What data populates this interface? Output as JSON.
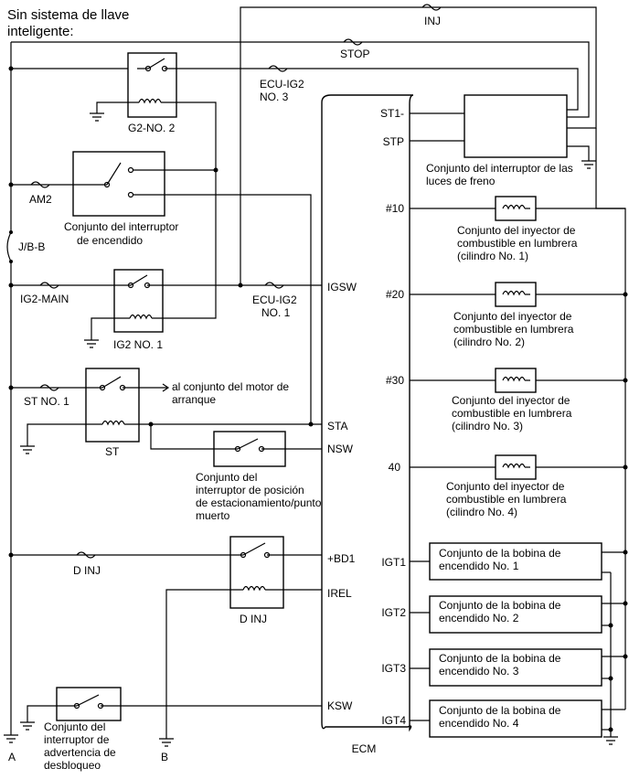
{
  "title": {
    "line1": "Sin sistema de llave",
    "line2": "inteligente:"
  },
  "wires": {
    "inj": "INJ",
    "stop": "STOP",
    "ecu_ig2_no3_l1": "ECU-IG2",
    "ecu_ig2_no3_l2": "NO. 3",
    "am2": "AM2",
    "jbb": "J/B-B",
    "ig2_main": "IG2-MAIN",
    "ecu_ig2_no1_l1": "ECU-IG2",
    "ecu_ig2_no1_l2": "NO. 1",
    "st_no1": "ST NO. 1",
    "d_inj": "D INJ"
  },
  "components": {
    "g2_no2": "G2-NO. 2",
    "ignition_switch_l1": "Conjunto del interruptor",
    "ignition_switch_l2": "de encendido",
    "ig2_no1": "IG2 NO. 1",
    "st_relay": "ST",
    "starter_l1": "al conjunto del motor de",
    "starter_l2": "arranque",
    "park_neutral_l1": "Conjunto del",
    "park_neutral_l2": "interruptor de posición",
    "park_neutral_l3": "de estacionamiento/punto",
    "park_neutral_l4": "muerto",
    "d_inj_relay": "D INJ",
    "unlock_warning_l1": "Conjunto del",
    "unlock_warning_l2": "interruptor de",
    "unlock_warning_l3": "advertencia de",
    "unlock_warning_l4": "desbloqueo",
    "brake_light_l1": "Conjunto del interruptor de las",
    "brake_light_l2": "luces de freno",
    "injector1_l1": "Conjunto del inyector de",
    "injector1_l2": "combustible en lumbrera",
    "injector1_l3": "(cilindro No. 1)",
    "injector2_l1": "Conjunto del inyector de",
    "injector2_l2": "combustible en lumbrera",
    "injector2_l3": "(cilindro No. 2)",
    "injector3_l1": "Conjunto del inyector de",
    "injector3_l2": "combustible en lumbrera",
    "injector3_l3": "(cilindro No. 3)",
    "injector4_l1": "Conjunto del inyector de",
    "injector4_l2": "combustible en lumbrera",
    "injector4_l3": "(cilindro No. 4)",
    "coil1_l1": "Conjunto de la bobina de",
    "coil1_l2": "encendido No. 1",
    "coil2_l1": "Conjunto de la bobina de",
    "coil2_l2": "encendido No. 2",
    "coil3_l1": "Conjunto de la bobina de",
    "coil3_l2": "encendido No. 3",
    "coil4_l1": "Conjunto de la bobina de",
    "coil4_l2": "encendido No. 4",
    "ecm": "ECM"
  },
  "ecm_terminals": {
    "st1": "ST1-",
    "stp": "STP",
    "n10": "#10",
    "n20": "#20",
    "n30": "#30",
    "n40": "40",
    "igt1": "IGT1",
    "igt2": "IGT2",
    "igt3": "IGT3",
    "igt4": "IGT4",
    "igsw": "IGSW",
    "sta": "STA",
    "nsw": "NSW",
    "bd1": "+BD1",
    "irel": "IREL",
    "ksw": "KSW"
  },
  "connectors": {
    "a": "A",
    "b": "B"
  }
}
